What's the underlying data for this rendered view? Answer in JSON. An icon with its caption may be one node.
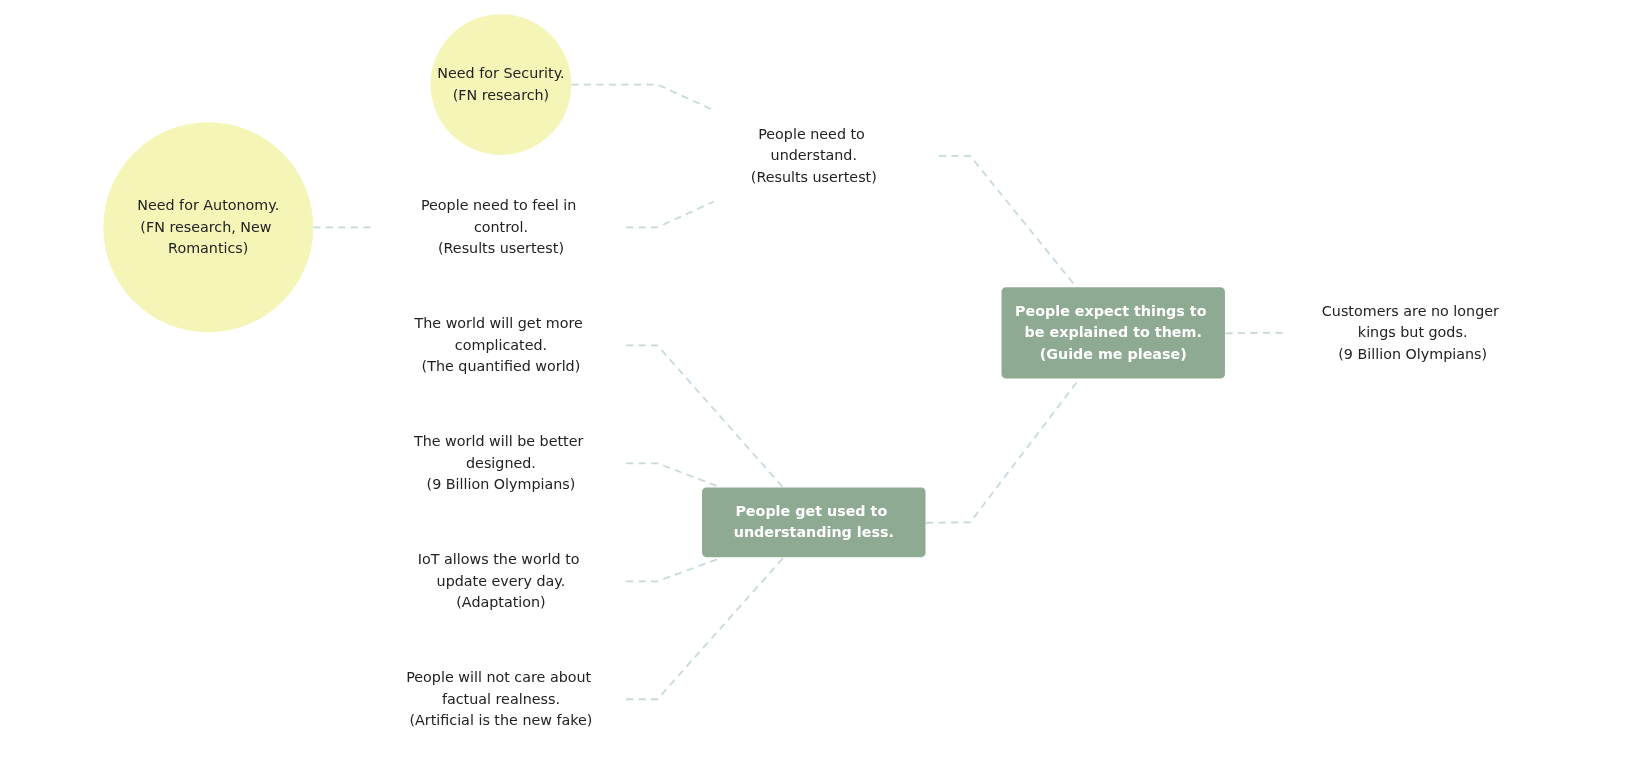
{
  "diagram": {
    "nodes": [
      {
        "text": [
          "Need for Security.",
          "(FN research)"
        ]
      },
      {
        "text": [
          "People need to understand.",
          "(Results usertest)"
        ]
      },
      {
        "text": [
          "The world will get more complicated.",
          "(The quantified world)"
        ]
      },
      {
        "text": [
          "Need for Autonomy.",
          "(FN research, New Romantics)"
        ]
      },
      {
        "text": [
          "People need to feel in control.",
          "(Results usertest)"
        ]
      },
      {
        "text": [
          "The world will be better designed.",
          "(9 Billion Olympians)"
        ]
      },
      {
        "text": [
          "People get used to understanding less."
        ]
      },
      {
        "text": [
          "People expect things to be explained to them.",
          "(Guide me please)"
        ]
      },
      {
        "text": [
          "IoT allows the world to update every day.",
          "(Adaptation)"
        ]
      },
      {
        "text": [
          "People will not care about factual realness.",
          "(Artificial is the new fake)"
        ]
      },
      {
        "text": [
          "Customers are no longer kings but gods.",
          "(9 Billion Olympians)"
        ]
      }
    ],
    "edges": [
      {
        "from": 0,
        "to": 1,
        "arrow": "none",
        "style": "dashed"
      },
      {
        "from": 4,
        "to": 1,
        "arrow": "none",
        "style": "dashed"
      },
      {
        "from": 3,
        "to": 4,
        "arrow": "none",
        "style": "dashed"
      },
      {
        "from": 1,
        "to": 7,
        "arrow": "none",
        "style": "dashed"
      },
      {
        "from": 2,
        "to": 6,
        "arrow": "none",
        "style": "dashed"
      },
      {
        "from": 5,
        "to": 6,
        "arrow": "none",
        "style": "dashed"
      },
      {
        "from": 8,
        "to": 6,
        "arrow": "none",
        "style": "dashed"
      },
      {
        "from": 9,
        "to": 6,
        "arrow": "none",
        "style": "dashed"
      },
      {
        "from": 6,
        "to": 7,
        "arrow": "none",
        "style": "dashed"
      },
      {
        "from": 7,
        "to": 10,
        "arrow": "none",
        "style": "dashed"
      }
    ]
  }
}
